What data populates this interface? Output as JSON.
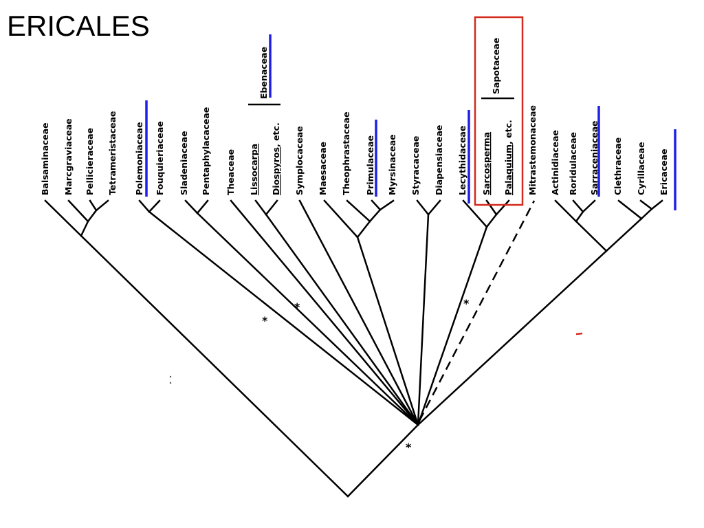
{
  "title": "ERICALES",
  "taxa": [
    {
      "id": "balsaminaceae",
      "label": "Balsaminaceae"
    },
    {
      "id": "marcgraviaceae",
      "label": "Marcgraviaceae"
    },
    {
      "id": "pellicieraceae",
      "label": "Pellicieraceae"
    },
    {
      "id": "tetrameristaceae",
      "label": "Tetrameristaceae"
    },
    {
      "id": "polemoniaceae",
      "label": "Polemoniaceae"
    },
    {
      "id": "fouquieriaceae",
      "label": "Fouquieriaceae"
    },
    {
      "id": "sladeniaceae",
      "label": "Sladeniaceae"
    },
    {
      "id": "pentaphylacaceae",
      "label": "Pentaphylacaceae"
    },
    {
      "id": "theaceae",
      "label": "Theaceae"
    },
    {
      "id": "lissocarpa",
      "label": "Lissocarpa"
    },
    {
      "id": "diospyros",
      "label": "Diospyros",
      "suffix": ", etc."
    },
    {
      "id": "symplocaceae",
      "label": "Symplocaceae"
    },
    {
      "id": "maesaceae",
      "label": "Maesaceae"
    },
    {
      "id": "theophrastaceae",
      "label": "Theophrastaceae"
    },
    {
      "id": "primulaceae",
      "label": "Primulaceae"
    },
    {
      "id": "myrsinaceae",
      "label": "Myrsinaceae"
    },
    {
      "id": "styracaceae",
      "label": "Styracaceae"
    },
    {
      "id": "diapensiaceae",
      "label": "Diapensiaceae"
    },
    {
      "id": "lecythidaceae",
      "label": "Lecythidaceae"
    },
    {
      "id": "sarcosperma",
      "label": "Sarcosperma"
    },
    {
      "id": "palaquium",
      "label": "Palaquium",
      "suffix": ", etc."
    },
    {
      "id": "mitrastemonaceae",
      "label": "Mitrastemonaceae"
    },
    {
      "id": "actinidiaceae",
      "label": "Actinidiaceae"
    },
    {
      "id": "roridulaceae",
      "label": "Roridulaceae"
    },
    {
      "id": "sarraceniaceae",
      "label": "Sarraceniaceae"
    },
    {
      "id": "clethraceae",
      "label": "Clethraceae"
    },
    {
      "id": "cyrillaceae",
      "label": "Cyrillaceae"
    },
    {
      "id": "ericaceae",
      "label": "Ericaceae"
    }
  ],
  "family_groups": [
    {
      "id": "ebenaceae",
      "label": "Ebenaceae"
    },
    {
      "id": "sapotaceae",
      "label": "Sapotaceae"
    }
  ],
  "support_marker": "*",
  "colors": {
    "highlight_bar": "#1f1fe8",
    "highlight_box": "#d42a1e",
    "line": "#000000"
  }
}
